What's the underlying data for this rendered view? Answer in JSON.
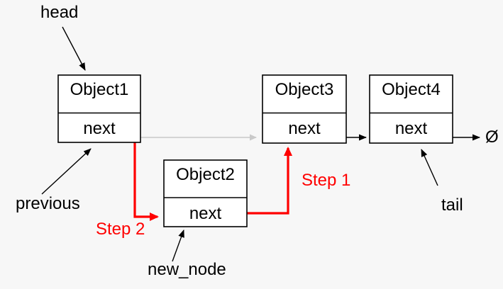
{
  "diagram": {
    "description": "Singly linked list insertion diagram",
    "colors": {
      "background": "#f7f7f7",
      "box_fill": "#ffffff",
      "box_border": "#000000",
      "text": "#000000",
      "arrow_black": "#000000",
      "arrow_gray": "#c9c9c9",
      "arrow_red": "#ff0000"
    },
    "nodes": [
      {
        "name": "Object1",
        "field": "next"
      },
      {
        "name": "Object2",
        "field": "next"
      },
      {
        "name": "Object3",
        "field": "next"
      },
      {
        "name": "Object4",
        "field": "next"
      }
    ],
    "labels": {
      "head": "head",
      "previous": "previous",
      "new_node": "new_node",
      "tail": "tail",
      "step1": "Step 1",
      "step2": "Step 2",
      "null_symbol": "Ø"
    }
  }
}
